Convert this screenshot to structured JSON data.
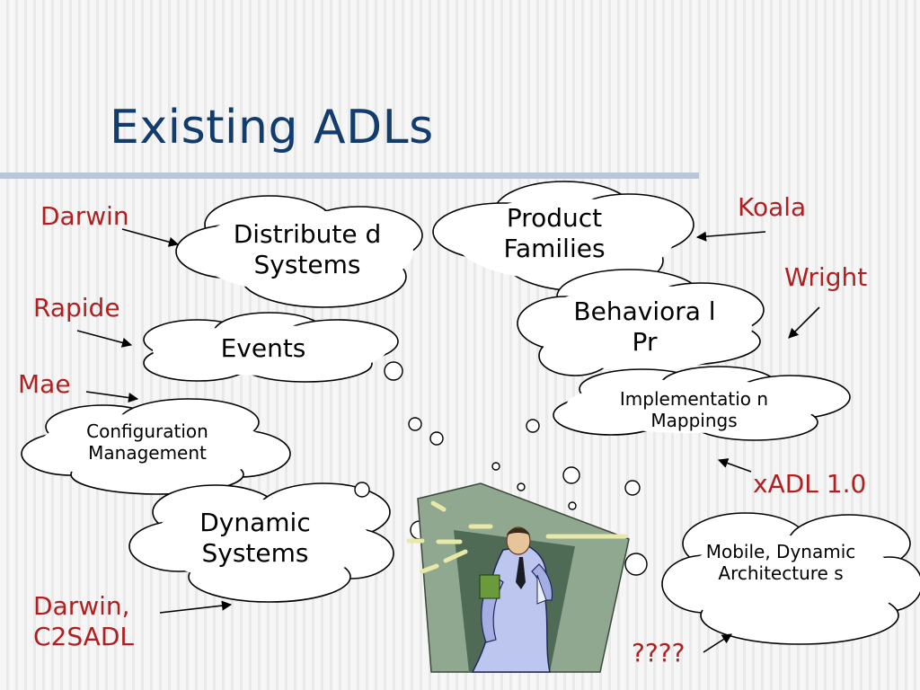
{
  "slide": {
    "title": "Existing ADLs",
    "bubbles": {
      "distributed": "Distribute d Systems",
      "product": "Product Families",
      "behavioral": "Behaviora l Pr",
      "events": "Events",
      "implementation": "Implementatio n Mappings",
      "configuration": "Configuration Management",
      "dynamic": "Dynamic Systems",
      "mobile": "Mobile, Dynamic Architecture s"
    },
    "languages": {
      "darwin": "Darwin",
      "koala": "Koala",
      "wright": "Wright",
      "rapide": "Rapide",
      "mae": "Mae",
      "xadl": "xADL 1.0",
      "darwin_c2sadl": "Darwin, C2SADL",
      "unknown": "????"
    },
    "colors": {
      "title": "#123c6b",
      "language_label": "#b02020",
      "rule": "#b8c6d8"
    }
  }
}
